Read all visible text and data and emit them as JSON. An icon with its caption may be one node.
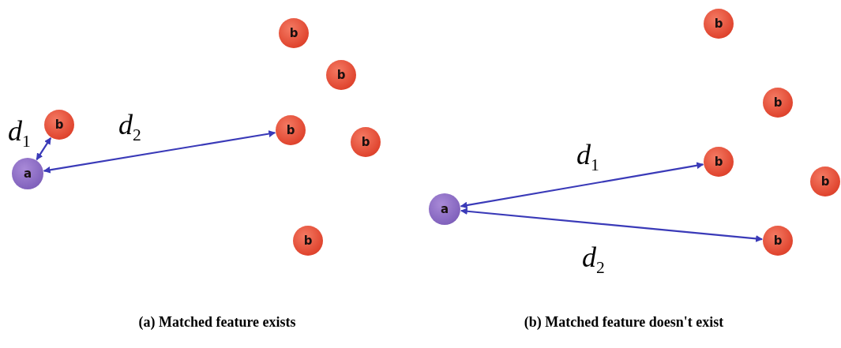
{
  "diagram": {
    "nodes": [
      {
        "text": [
          "a"
        ]
      },
      {
        "text": [
          "b"
        ]
      },
      {
        "text": [
          "b"
        ]
      },
      {
        "text": [
          "b"
        ]
      },
      {
        "text": [
          "b"
        ]
      },
      {
        "text": [
          "b"
        ]
      },
      {
        "text": [
          "b"
        ]
      },
      {
        "text": [
          "a"
        ]
      },
      {
        "text": [
          "b"
        ]
      },
      {
        "text": [
          "b"
        ]
      },
      {
        "text": [
          "b"
        ]
      },
      {
        "text": [
          "b"
        ]
      },
      {
        "text": [
          "b"
        ]
      }
    ],
    "edges": [
      {
        "from": 0,
        "to": 1,
        "arrow": "both",
        "label": "*d*$_{1}$"
      },
      {
        "from": 0,
        "to": 4,
        "arrow": "both",
        "label": "*d*$_{2}$"
      },
      {
        "from": 7,
        "to": 10,
        "arrow": "both",
        "label": "*d*$_{1}$"
      },
      {
        "from": 7,
        "to": 12,
        "arrow": "both",
        "label": "*d*$_{2}$"
      }
    ],
    "labels": [
      "(a) Matched feature exists",
      "(b) Matched feature doesn't exist"
    ]
  }
}
